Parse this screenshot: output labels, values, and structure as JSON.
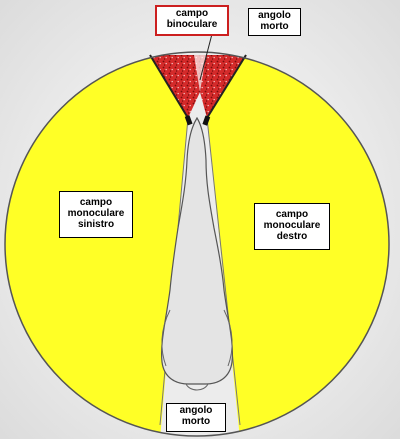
{
  "colors": {
    "background": "#f3f3f3",
    "monocular": "#ffff26",
    "binocular": "#d42a2a",
    "dead_angle": "#ececec",
    "outline": "#555555",
    "label_highlight_border": "#cc1f1f"
  },
  "labels": {
    "binocular": {
      "line1": "campo",
      "line2": "binoculare"
    },
    "dead_angle_top": {
      "line1": "angolo",
      "line2": "morto"
    },
    "monocular_left": {
      "line1": "campo",
      "line2": "monoculare",
      "line3": "sinistro"
    },
    "monocular_right": {
      "line1": "campo",
      "line2": "monoculare",
      "line3": "destro"
    },
    "dead_angle_bottom": {
      "line1": "angolo",
      "line2": "morto"
    }
  }
}
